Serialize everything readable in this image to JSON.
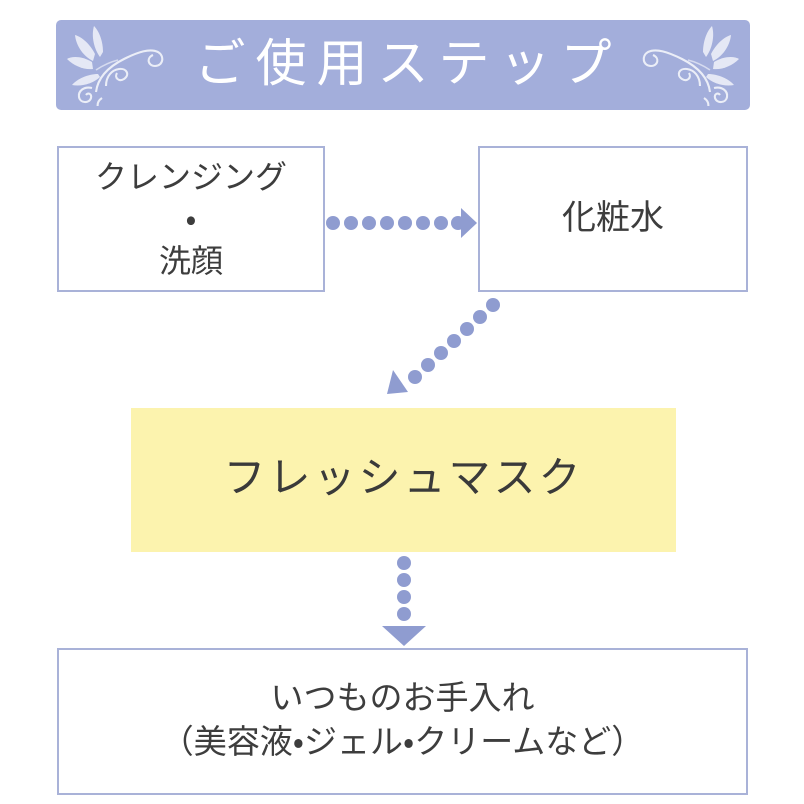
{
  "theme": {
    "page_background": "#ffffff",
    "banner_background": "#a3aedb",
    "banner_text_color": "#ffffff",
    "box_border_color": "#a9b2d8",
    "box_background": "#ffffff",
    "highlight_background": "#fcf3ae",
    "arrow_color": "#8f9cd0",
    "body_text_color": "#3d3d3d"
  },
  "header": {
    "title": "ご使用ステップ",
    "ornament_left": "floral-flourish-icon",
    "ornament_right": "floral-flourish-icon"
  },
  "steps": [
    {
      "id": "cleansing",
      "label": "クレンジング\n・\n洗顔",
      "highlight": false
    },
    {
      "id": "lotion",
      "label": "化粧水",
      "highlight": false
    },
    {
      "id": "mask",
      "label": "フレッシュマスク",
      "highlight": true
    },
    {
      "id": "routine",
      "label": "いつものお手入れ\n（美容液・ジェル・クリームなど）",
      "highlight": false
    }
  ],
  "connectors": [
    {
      "id": "cleansing-to-lotion",
      "direction": "right",
      "dot_count": 8,
      "icon": "dotted-arrow-right-icon"
    },
    {
      "id": "lotion-to-mask",
      "direction": "down-left",
      "dot_count": 8,
      "icon": "dotted-arrow-down-left-icon"
    },
    {
      "id": "mask-to-routine",
      "direction": "down",
      "dot_count": 5,
      "icon": "dotted-arrow-down-icon"
    }
  ]
}
